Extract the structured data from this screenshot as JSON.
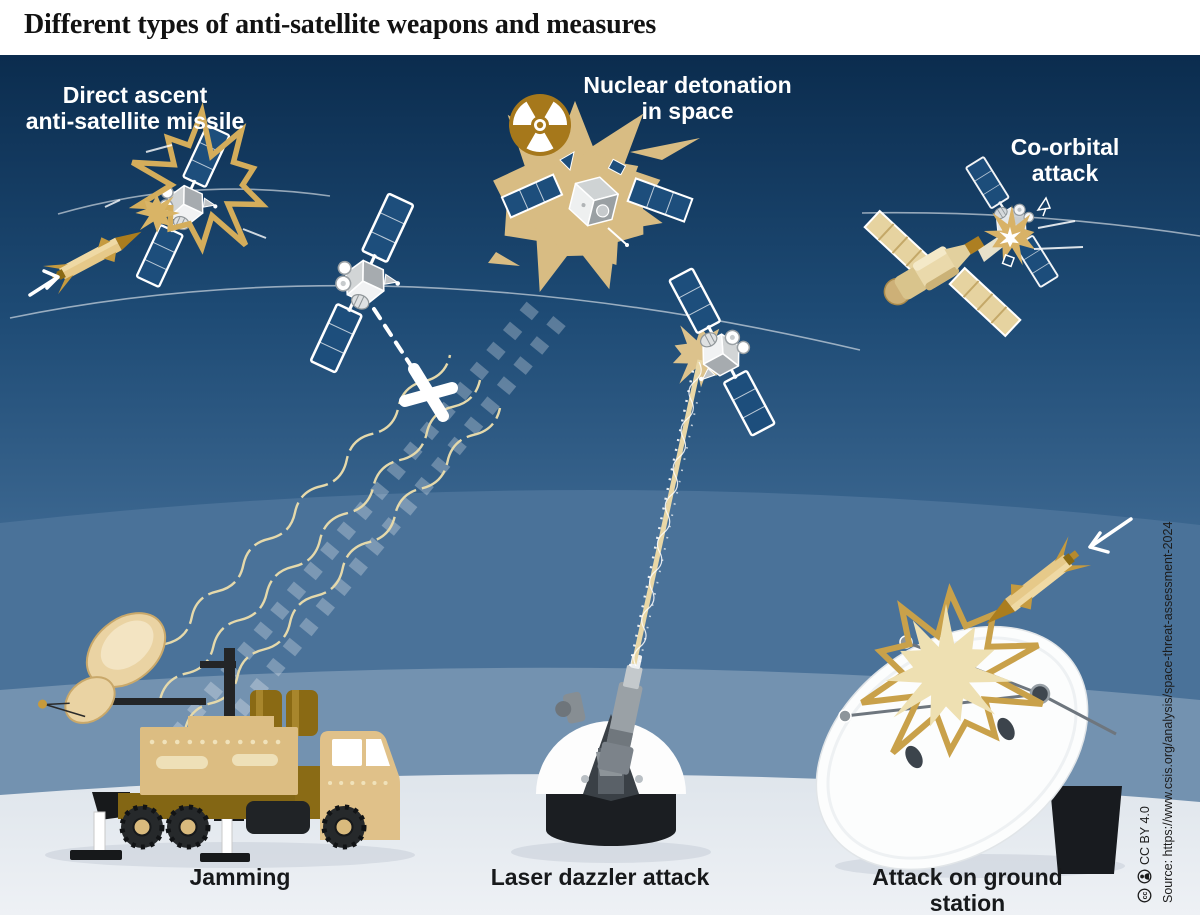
{
  "title": "Different types of anti-satellite weapons and measures",
  "labels": {
    "direct_ascent": "Direct ascent\nanti-satellite missile",
    "nuclear": "Nuclear detonation\nin space",
    "co_orbital": "Co-orbital\nattack",
    "jamming": "Jamming",
    "laser": "Laser dazzler attack",
    "ground_station": "Attack on ground station"
  },
  "credits": {
    "license": "CC BY 4.0",
    "source": "Source: https://www.csis.org/analysis/space-threat-assessment-2024",
    "cc_icon_text": "cc"
  },
  "icons": [
    "radiation-icon",
    "cc-icon",
    "cc-by-person-icon"
  ],
  "colors": {
    "sky_top": "#0b2c4e",
    "sky_bottom": "#3f6a93",
    "atmosphere_band": "#4a7299",
    "atmosphere_band_light": "#7392b0",
    "ground": "#dce3ea",
    "explosion_gold": "#c9a14a",
    "explosion_tan": "#eee0b2",
    "missile_gold": "#c59a3f",
    "solar_panel_blue": "#1d4e7c",
    "vehicle_tan": "#dcbd82",
    "label_white": "#ffffff",
    "label_black": "#17191b"
  }
}
